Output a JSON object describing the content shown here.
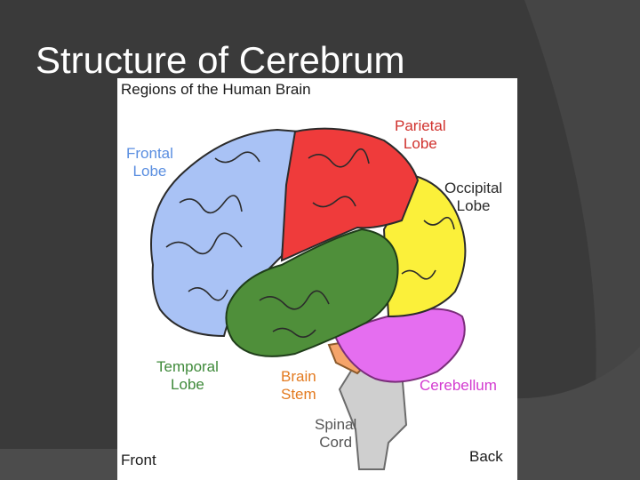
{
  "slide": {
    "title": "Structure of Cerebrum"
  },
  "figure": {
    "title": "Regions of the Human Brain",
    "labels": {
      "frontal": "Frontal\nLobe",
      "parietal": "Parietal\nLobe",
      "occipital": "Occipital\nLobe",
      "temporal": "Temporal\nLobe",
      "brain_stem": "Brain\nStem",
      "cerebellum": "Cerebellum",
      "spinal_cord": "Spinal\nCord",
      "front": "Front",
      "back": "Back"
    },
    "colors": {
      "frontal": "#a9c2f5",
      "parietal": "#ef3b3b",
      "occipital": "#fbf03a",
      "temporal": "#4f8f3a",
      "cerebellum": "#e86ef0",
      "brain_stem": "#f5a46a",
      "spinal_cord": "#c9c9c9",
      "label_blue": "#5a8ee0",
      "label_red": "#d0312d",
      "label_gold": "#2a2a2a",
      "label_green": "#3f8a3a",
      "label_orange": "#e37a1f",
      "label_purple": "#d33bd0"
    }
  }
}
